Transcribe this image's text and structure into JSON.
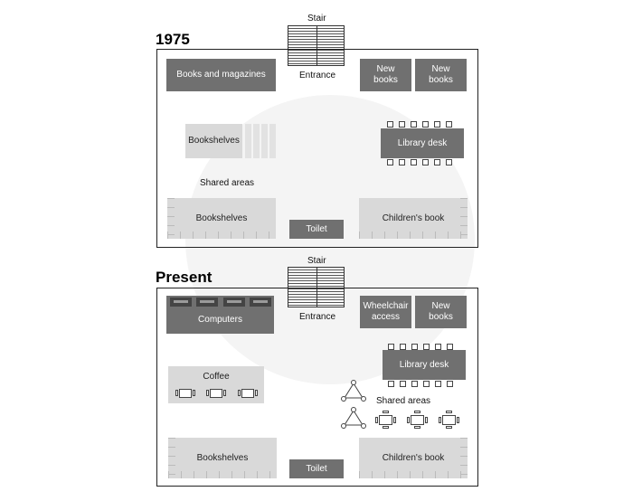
{
  "plan_1975": {
    "title": "1975",
    "stair": "Stair",
    "entrance": "Entrance",
    "books_and_magazines": "Books and magazines",
    "new_books_1": "New books",
    "new_books_2": "New books",
    "bookshelves_middle": "Bookshelves",
    "library_desk": "Library desk",
    "shared_areas": "Shared areas",
    "bookshelves_bottom": "Bookshelves",
    "toilet": "Toilet",
    "childrens_book": "Children's book"
  },
  "plan_present": {
    "title": "Present",
    "stair": "Stair",
    "entrance": "Entrance",
    "computers": "Computers",
    "wheelchair_access": "Wheelchair access",
    "new_books": "New books",
    "coffee": "Coffee",
    "library_desk": "Library desk",
    "shared_areas": "Shared areas",
    "bookshelves": "Bookshelves",
    "toilet": "Toilet",
    "childrens_book": "Children's book"
  },
  "colors": {
    "dark_block": "#707070",
    "light_block": "#d9d9d9",
    "outline": "#222222"
  }
}
